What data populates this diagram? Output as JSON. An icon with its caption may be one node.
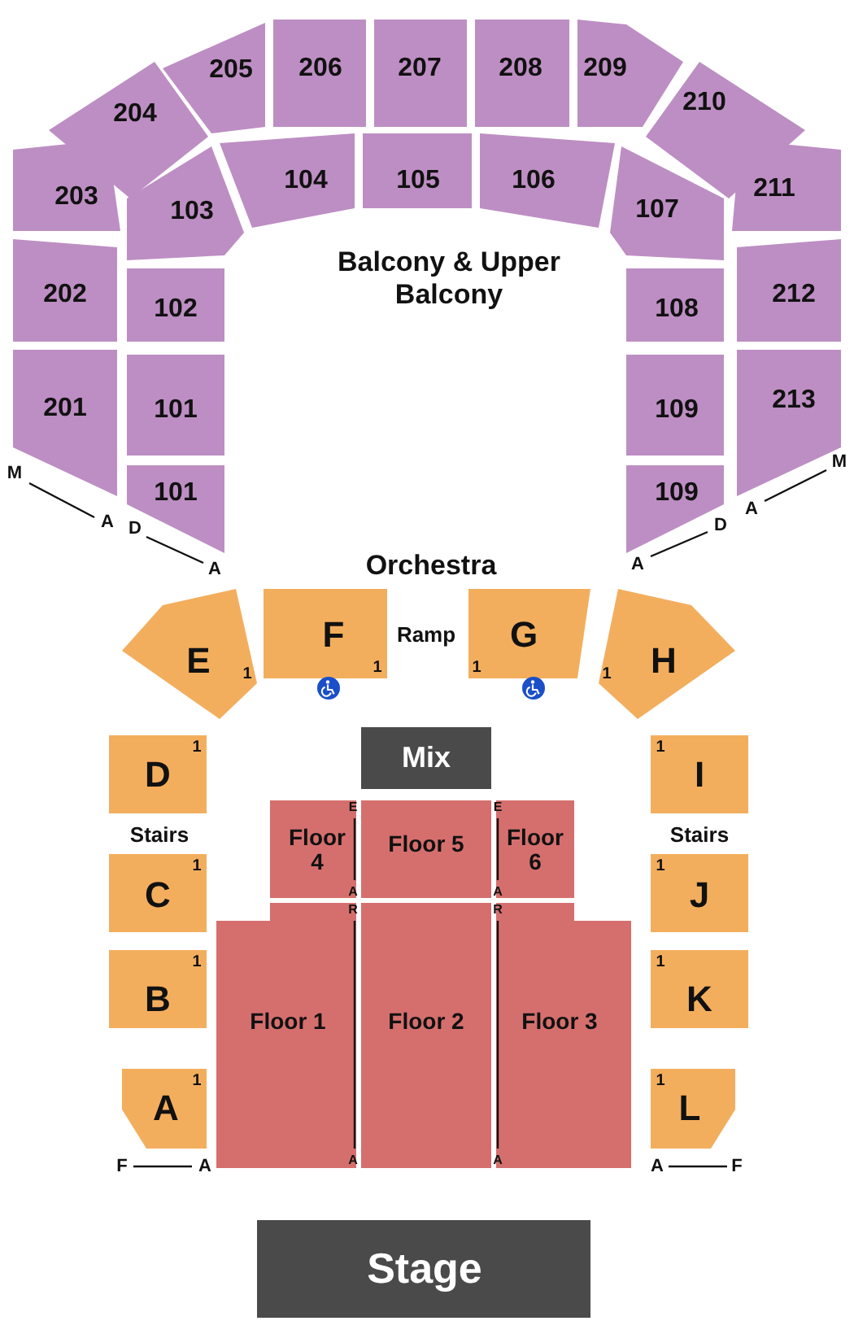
{
  "diagram": {
    "nodes": [
      {
        "text": [
          "205"
        ]
      },
      {
        "text": [
          "206"
        ]
      },
      {
        "text": [
          "207"
        ]
      },
      {
        "text": [
          "208"
        ]
      },
      {
        "text": [
          "209"
        ]
      },
      {
        "text": [
          "204"
        ]
      },
      {
        "text": [
          "210"
        ]
      },
      {
        "text": [
          "203"
        ]
      },
      {
        "text": [
          "211"
        ]
      },
      {
        "text": [
          "202"
        ]
      },
      {
        "text": [
          "212"
        ]
      },
      {
        "text": [
          "201"
        ]
      },
      {
        "text": [
          "213"
        ]
      },
      {
        "text": [
          "104"
        ]
      },
      {
        "text": [
          "105"
        ]
      },
      {
        "text": [
          "106"
        ]
      },
      {
        "text": [
          "103"
        ]
      },
      {
        "text": [
          "107"
        ]
      },
      {
        "text": [
          "102"
        ]
      },
      {
        "text": [
          "108"
        ]
      },
      {
        "text": [
          "101"
        ]
      },
      {
        "text": [
          "109"
        ]
      },
      {
        "text": [
          "101"
        ]
      },
      {
        "text": [
          "109"
        ]
      },
      {
        "text": [
          "E",
          "1"
        ]
      },
      {
        "text": [
          "F",
          "1"
        ]
      },
      {
        "text": [
          "G",
          "1"
        ]
      },
      {
        "text": [
          "H",
          "1"
        ]
      },
      {
        "text": [
          "D",
          "1"
        ]
      },
      {
        "text": [
          "C",
          "1"
        ]
      },
      {
        "text": [
          "B",
          "1"
        ]
      },
      {
        "text": [
          "A",
          "1"
        ]
      },
      {
        "text": [
          "I",
          "1"
        ]
      },
      {
        "text": [
          "J",
          "1"
        ]
      },
      {
        "text": [
          "K",
          "1"
        ]
      },
      {
        "text": [
          "L",
          "1"
        ]
      },
      {
        "text": [
          "Mix"
        ]
      },
      {
        "text": [
          "Floor 4"
        ]
      },
      {
        "text": [
          "Floor 5"
        ]
      },
      {
        "text": [
          "Floor 6"
        ]
      },
      {
        "text": [
          "Floor 1"
        ]
      },
      {
        "text": [
          "Floor 2"
        ]
      },
      {
        "text": [
          "Floor 3"
        ]
      },
      {
        "text": [
          "Stage"
        ]
      }
    ],
    "labels": [
      "Balcony & Upper Balcony",
      "M",
      "A",
      "D",
      "A",
      "A",
      "D",
      "A",
      "M",
      "Orchestra",
      "Ramp",
      "Stairs",
      "Stairs",
      "E",
      "A",
      "E",
      "A",
      "R",
      "A",
      "R",
      "A",
      "F",
      "A",
      "A",
      "F"
    ]
  }
}
